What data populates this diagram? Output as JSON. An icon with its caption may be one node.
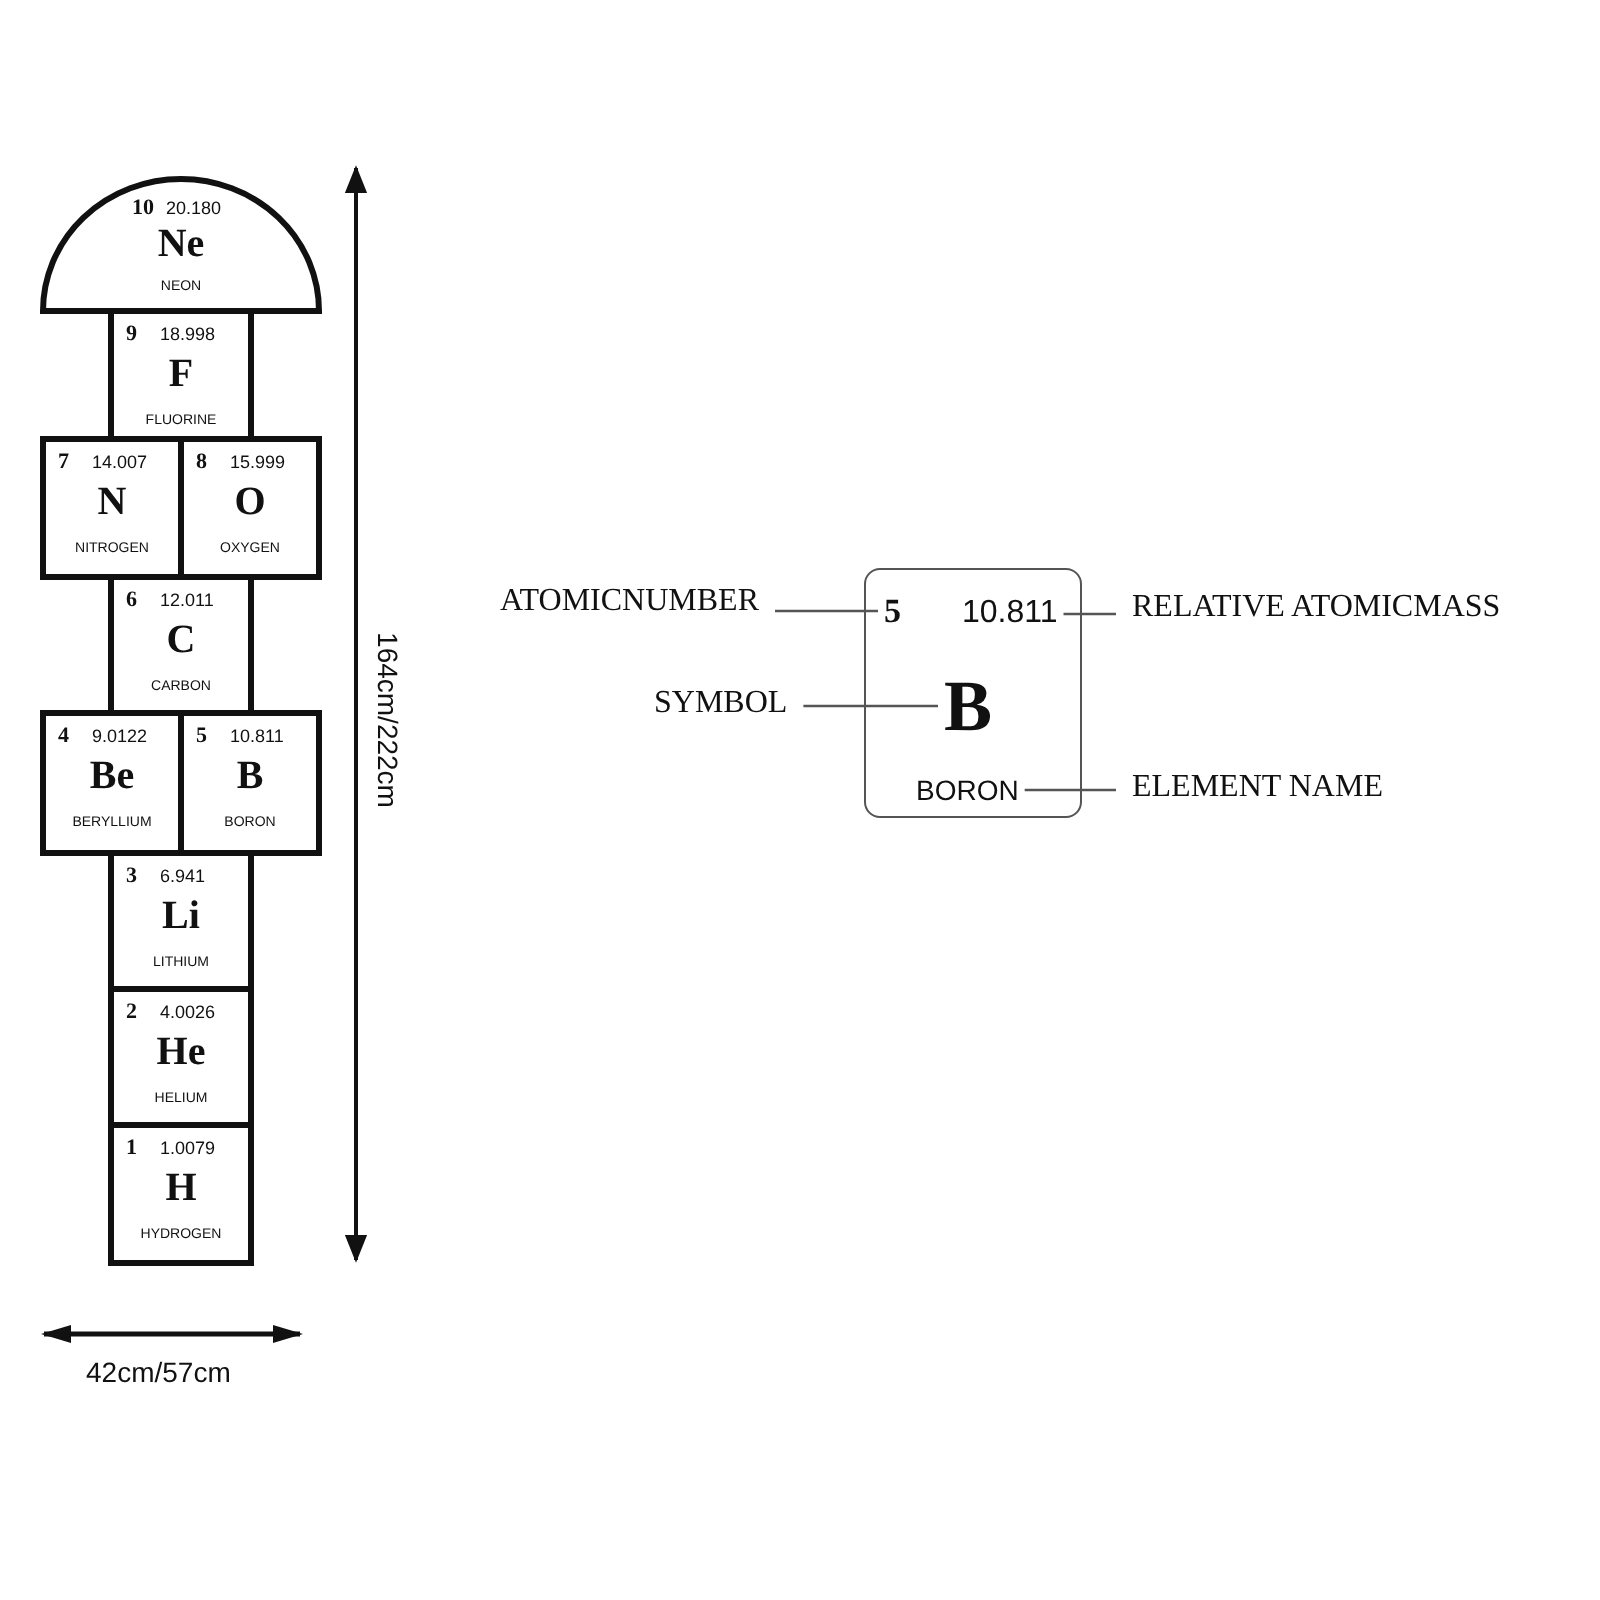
{
  "diagram": {
    "nodes": [
      {
        "text": [
          "10",
          "20.180",
          "Ne",
          "NEON"
        ]
      },
      {
        "text": [
          "9",
          "18.998",
          "F",
          "FLUORINE"
        ]
      },
      {
        "text": [
          "7",
          "14.007",
          "N",
          "NITROGEN"
        ]
      },
      {
        "text": [
          "8",
          "15.999",
          "O",
          "OXYGEN"
        ]
      },
      {
        "text": [
          "6",
          "12.011",
          "C",
          "CARBON"
        ]
      },
      {
        "text": [
          "4",
          "9.0122",
          "Be",
          "BERYLLIUM"
        ]
      },
      {
        "text": [
          "5",
          "10.811",
          "B",
          "BORON"
        ]
      },
      {
        "text": [
          "3",
          "6.941",
          "Li",
          "LITHIUM"
        ]
      },
      {
        "text": [
          "2",
          "4.0026",
          "He",
          "HELIUM"
        ]
      },
      {
        "text": [
          "1",
          "1.0079",
          "H",
          "HYDROGEN"
        ]
      },
      {
        "text": [],
        "shape": "box"
      },
      {
        "text": [
          "5"
        ],
        "in": 10
      },
      {
        "text": [
          "10.811"
        ],
        "in": 10
      },
      {
        "text": [
          "B"
        ],
        "in": 10
      },
      {
        "text": [
          "BORON"
        ],
        "in": 10
      },
      {
        "text": [
          "ATOMICNUMBER"
        ]
      },
      {
        "text": [
          "RELATIVE ATOMICMASS"
        ]
      },
      {
        "text": [
          "SYMBOL"
        ]
      },
      {
        "text": [
          "ELEMENT NAME"
        ]
      }
    ],
    "edges": [
      {
        "from": 15,
        "to": 11,
        "arrow": "none"
      },
      {
        "from": 16,
        "to": 12,
        "arrow": "none"
      },
      {
        "from": 17,
        "to": 13,
        "arrow": "none"
      },
      {
        "from": 18,
        "to": 14,
        "arrow": "none"
      }
    ],
    "labels": [
      "164cm/222cm",
      "42cm/57cm"
    ]
  }
}
